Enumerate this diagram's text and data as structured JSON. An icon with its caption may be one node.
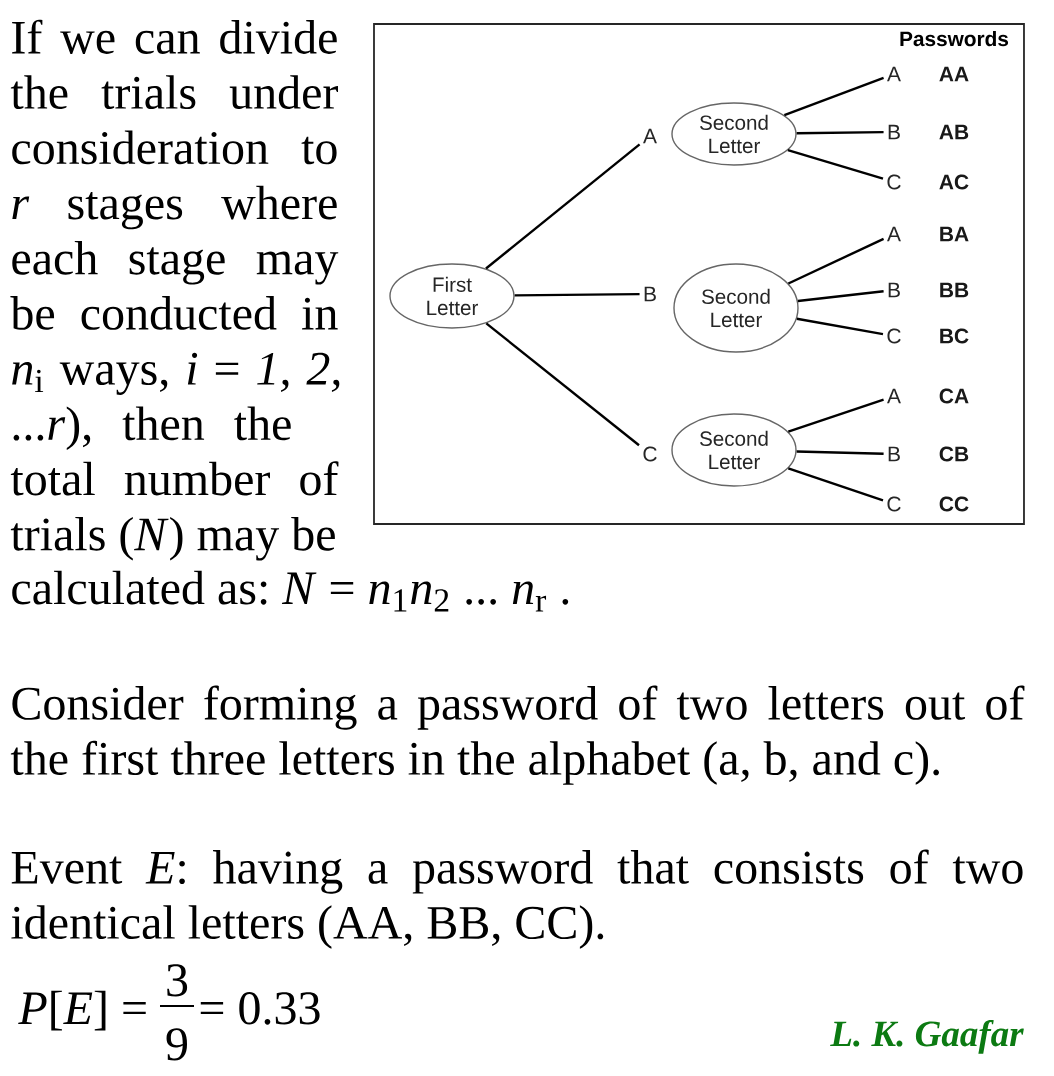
{
  "diagram": {
    "nodes": [
      {
        "text": [
          "First Letter"
        ]
      },
      {
        "text": [
          "A"
        ]
      },
      {
        "text": [
          "Second Letter"
        ]
      },
      {
        "text": [
          "B"
        ]
      },
      {
        "text": [
          "Second Letter"
        ]
      },
      {
        "text": [
          "C"
        ]
      },
      {
        "text": [
          "Second Letter"
        ]
      },
      {
        "text": [
          "A"
        ],
        "beside": [
          "AA"
        ]
      },
      {
        "text": [
          "B"
        ],
        "beside": [
          "AB"
        ]
      },
      {
        "text": [
          "C"
        ],
        "beside": [
          "AC"
        ]
      },
      {
        "text": [
          "A"
        ],
        "beside": [
          "BA"
        ]
      },
      {
        "text": [
          "B"
        ],
        "beside": [
          "BB"
        ]
      },
      {
        "text": [
          "C"
        ],
        "beside": [
          "BC"
        ]
      },
      {
        "text": [
          "A"
        ],
        "beside": [
          "CA"
        ]
      },
      {
        "text": [
          "B"
        ],
        "beside": [
          "CB"
        ]
      },
      {
        "text": [
          "C"
        ],
        "beside": [
          "CC"
        ]
      }
    ],
    "edges": [
      {
        "from": 0,
        "to": 1,
        "arrow": "none"
      },
      {
        "from": 0,
        "to": 3,
        "arrow": "none"
      },
      {
        "from": 0,
        "to": 5,
        "arrow": "none"
      },
      {
        "from": 2,
        "to": 7,
        "arrow": "none"
      },
      {
        "from": 2,
        "to": 8,
        "arrow": "none"
      },
      {
        "from": 2,
        "to": 9,
        "arrow": "none"
      },
      {
        "from": 4,
        "to": 10,
        "arrow": "none"
      },
      {
        "from": 4,
        "to": 11,
        "arrow": "none"
      },
      {
        "from": 4,
        "to": 12,
        "arrow": "none"
      },
      {
        "from": 6,
        "to": 13,
        "arrow": "none"
      },
      {
        "from": 6,
        "to": 14,
        "arrow": "none"
      },
      {
        "from": 6,
        "to": 15,
        "arrow": "none"
      }
    ],
    "labels": [
      "Passwords",
      "If we can divide the trials under consideration to *r* stages where each stage may be conducted in *n*$_{i}$ ways, *i* = *1, 2,* ...*r*), then the total number of trials (*N*) may be",
      "calculated as: *N* = *n*$_{1}$*n*$_{2}$ ... *n*$_{r}$ .",
      "Consider forming a password of two letters out of the first three letters in the alphabet (a, b, and c).",
      "Event *E*: having a password that consists of two identical letters (AA, BB, CC).",
      "*P*[*E*] =",
      "3",
      "9",
      "= 0.33",
      "L. K. Gaafar"
    ]
  }
}
